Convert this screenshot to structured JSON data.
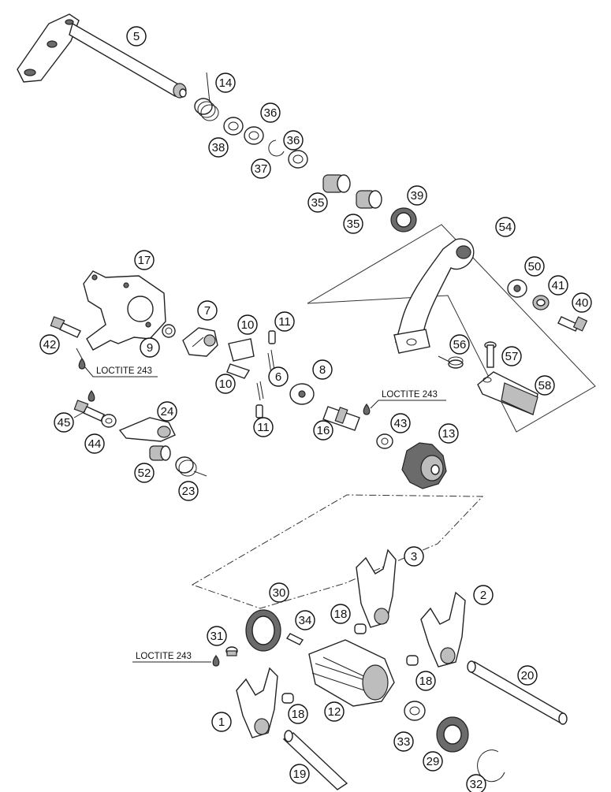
{
  "diagram": {
    "note_text": "LOCTITE 243",
    "callouts": [
      "5",
      "14",
      "36",
      "38",
      "37",
      "36",
      "35",
      "35",
      "39",
      "54",
      "17",
      "50",
      "41",
      "40",
      "7",
      "10",
      "11",
      "42",
      "9",
      "56",
      "57",
      "6",
      "10",
      "58",
      "8",
      "45",
      "24",
      "44",
      "16",
      "43",
      "13",
      "11",
      "52",
      "23",
      "3",
      "2",
      "30",
      "34",
      "18",
      "31",
      "20",
      "18",
      "1",
      "18",
      "12",
      "33",
      "29",
      "19",
      "32"
    ]
  }
}
